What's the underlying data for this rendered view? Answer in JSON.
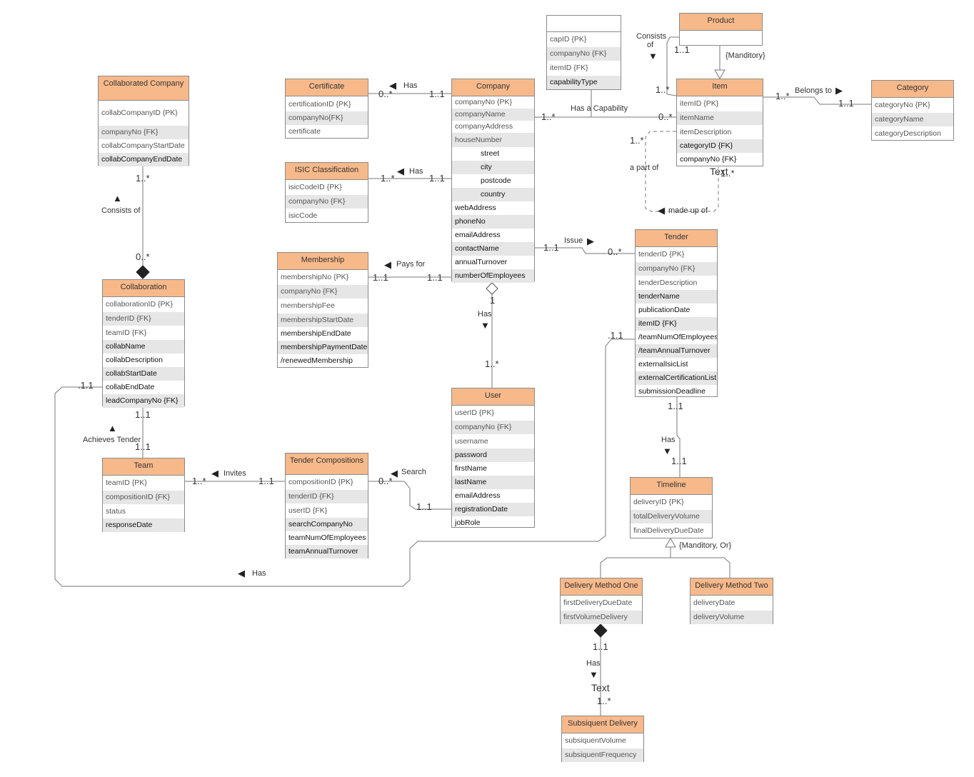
{
  "entities": {
    "collab_company": {
      "title": "Collaborated Company",
      "attrs": [
        "collabCompanyID {PK}",
        "companyNo {FK}",
        "collabCompanyStartDate",
        "collabCompanyEndDate"
      ]
    },
    "certificate": {
      "title": "Certificate",
      "attrs": [
        "certificationID {PK}",
        "companyNo{FK}",
        "certificate"
      ]
    },
    "company": {
      "title": "Company",
      "attrs": [
        "companyNo {PK}",
        "companyName",
        "companyAddress",
        "houseNumber",
        "street",
        "city",
        "postcode",
        "country",
        "webAddress",
        "phoneNo",
        "emailAddress",
        "contactName",
        "annualTurnover",
        "numberOfEmployees"
      ]
    },
    "capability": {
      "title": "",
      "attrs": [
        "capID {PK}",
        "companyNo {FK}",
        "itemID {FK}",
        "capabilityType"
      ]
    },
    "product": {
      "title": "Product",
      "attrs": []
    },
    "item": {
      "title": "Item",
      "attrs": [
        "itemID {PK}",
        "itemName",
        "itemDescription",
        "categoryID {FK}",
        "companyNo {FK}"
      ]
    },
    "category": {
      "title": "Category",
      "attrs": [
        "categoryNo {PK}",
        "categoryName",
        "categoryDescription"
      ]
    },
    "isic": {
      "title": "ISIC Classification",
      "attrs": [
        "isicCodeID {PK}",
        "companyNo {FK}",
        "isicCode"
      ]
    },
    "membership": {
      "title": "Membership",
      "attrs": [
        "membershipNo {PK}",
        "companyNo {FK}",
        "membershipFee",
        "membershipStartDate",
        "membershipEndDate",
        "membershipPaymentDate",
        "/renewedMembership"
      ]
    },
    "collaboration": {
      "title": "Collaboration",
      "attrs": [
        "collaborationID {PK}",
        "tenderID {FK}",
        "teamID {FK}",
        "collabName",
        "collabDescription",
        "collabStartDate",
        "collabEndDate",
        "leadCompanyNo {FK}"
      ]
    },
    "tender": {
      "title": "Tender",
      "attrs": [
        "tenderID {PK}",
        "companyNo {FK}",
        "tenderDescription",
        "tenderName",
        "publicationDate",
        "itemID {FK}",
        "/teamNumOfEmployees",
        "/teamAnnualTurnover",
        "externalIsicList",
        "externalCertificationList",
        "submissionDeadline"
      ]
    },
    "user": {
      "title": "User",
      "attrs": [
        "userID {PK}",
        "companyNo {FK}",
        "username",
        "password",
        "firstName",
        "lastName",
        "emailAddress",
        "registrationDate",
        "jobRole"
      ]
    },
    "team": {
      "title": "Team",
      "attrs": [
        "teamID {PK}",
        "compositionID {FK}",
        "status",
        "responseDate"
      ]
    },
    "tender_comp": {
      "title": "Tender Compositions",
      "attrs": [
        "compositionID {PK}",
        "tenderID {FK}",
        "userID {FK}",
        "searchCompanyNo",
        "teamNumOfEmployees",
        "teamAnnualTurnover"
      ]
    },
    "timeline": {
      "title": "Timeline",
      "attrs": [
        "deliveryID {PK}",
        "totalDeliveryVolume",
        "finalDeliveryDueDate"
      ]
    },
    "dm_one": {
      "title": "Delivery Method One",
      "attrs": [
        "firstDeliveryDueDate",
        "firstVolumeDelivery"
      ]
    },
    "dm_two": {
      "title": "Delivery Method Two",
      "attrs": [
        "deliveryDate",
        "deliveryVolume"
      ]
    },
    "subsequent": {
      "title": "Subsiquent Delivery",
      "attrs": [
        "subsiquentVolume",
        "subsiquentFrequency"
      ]
    }
  },
  "labels": {
    "has_cert": "Has",
    "has_isic": "Has",
    "pays_for": "Pays for",
    "consists_of": "Consists of",
    "consists_of_prod_1": "Consists",
    "consists_of_prod_2": "of",
    "manditory": "{Manditory}",
    "belongs_to": "Belongs to",
    "has_a_capability": "Has a  Capability",
    "a_part_of": "a part of",
    "made_up_of": "made up of",
    "text_item": "Text",
    "issue": "Issue",
    "has_user": "Has",
    "has_timeline": "Has",
    "manditory_or": "{Manditory, Or}",
    "achieves_tender": "Achieves Tender",
    "invites": "Invites",
    "search": "Search",
    "has_collab_tender": "Has",
    "has_subseq": "Has",
    "text_subseq": "Text"
  },
  "multiplicities": {
    "cert_left": "0..*",
    "cert_right": "1..1",
    "isic_left": "1..*",
    "isic_right": "1..1",
    "mem_left": "1..1",
    "mem_right": "1..1",
    "cap_company": "1..*",
    "cap_item": "0..*",
    "prod_top": "1..1",
    "prod_item": "1..*",
    "item_cat": "1..*",
    "cat_item": "1..1",
    "item_self_a": "1..*",
    "item_self_b": "1..*",
    "company_tender": "1..1",
    "tender_company": "0..*",
    "company_user_top": "1",
    "company_user_bottom": "1..*",
    "cc_bottom": "1..*",
    "collab_top": "0..*",
    "collab_team_a": "1..1",
    "collab_team_b": "1..1",
    "team_tc": "1..*",
    "tc_team": "1..1",
    "tc_user": "0..*",
    "user_tc": "1..1",
    "tender_collab": ".1.1",
    "collab_tender": ".1.1",
    "tender_timeline": "1..1",
    "timeline_tender": "1..1",
    "dm_sub_top": "1..1",
    "dm_sub_bottom": "1..*"
  }
}
